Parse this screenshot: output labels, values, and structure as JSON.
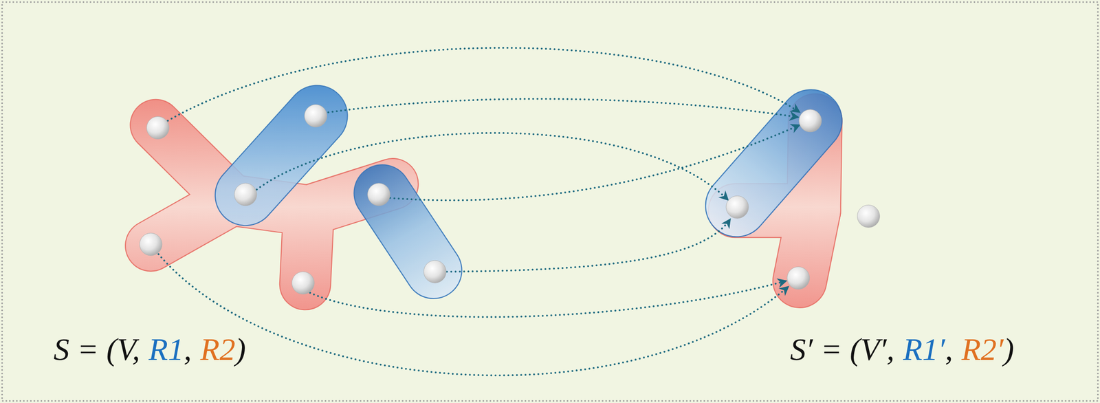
{
  "diagram": {
    "labels": [
      "S = (V,",
      "R1",
      ",",
      "R2",
      ")",
      "S′ = (V′,",
      "R1′",
      ",",
      "R2′",
      ")"
    ]
  }
}
